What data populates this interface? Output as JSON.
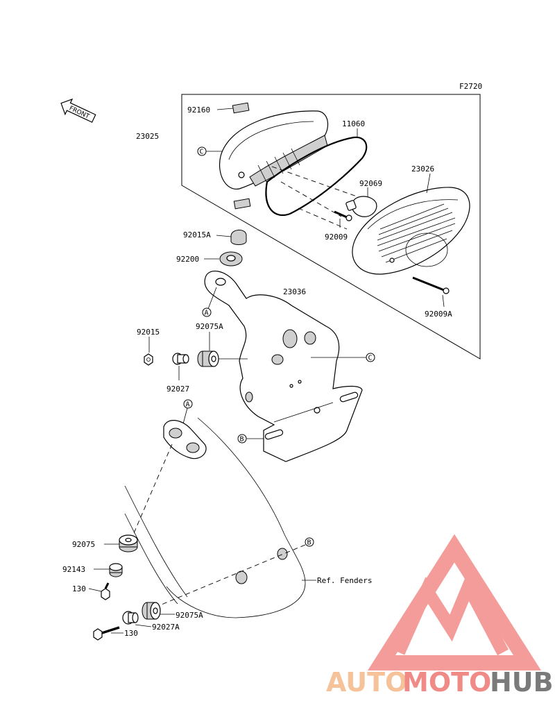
{
  "figure_code": "F2720",
  "front_arrow": {
    "label": "FRONT"
  },
  "part_numbers": {
    "p23025": "23025",
    "p92160": "92160",
    "p11060": "11060",
    "p23026": "23026",
    "p92069": "92069",
    "p92009": "92009",
    "p92009A": "92009A",
    "p92015A": "92015A",
    "p92200": "92200",
    "p23036": "23036",
    "p92015": "92015",
    "p92075A_top": "92075A",
    "p92027": "92027",
    "p92075": "92075",
    "p92143": "92143",
    "p130a": "130",
    "p130b": "130",
    "p92075A_bot": "92075A",
    "p92027A": "92027A"
  },
  "callouts": {
    "A1": "A",
    "A2": "A",
    "B1": "B",
    "B2": "B",
    "C1": "C",
    "C2": "C"
  },
  "ref_fenders": "Ref. Fenders",
  "watermark": {
    "auto": "AUTO",
    "moto": "MOTO",
    "hub": "HUB",
    "auto_color": "#f5c29a",
    "moto_color": "#f08a86",
    "hub_color": "#7a7a7a",
    "logo_color": "#f07c78"
  }
}
